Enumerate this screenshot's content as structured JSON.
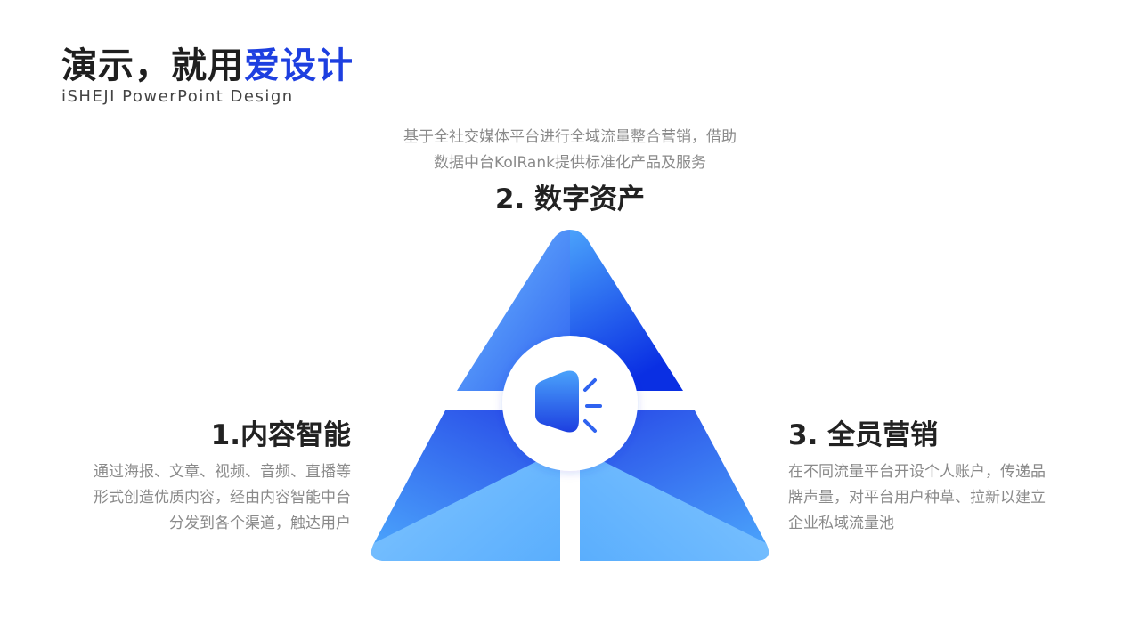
{
  "header": {
    "title_main": "演示，就用",
    "title_accent": "爱设计",
    "subtitle": "iSHEJI PowerPoint Design"
  },
  "items": [
    {
      "heading": "1.内容智能",
      "lines": [
        "通过海报、文章、视频、音频、直播等",
        "形式创造优质内容，经由内容智能中台",
        "分发到各个渠道，触达用户"
      ]
    },
    {
      "heading": "2. 数字资产",
      "lines": [
        "基于全社交媒体平台进行全域流量整合营销，借助",
        "数据中台KolRank提供标准化产品及服务"
      ]
    },
    {
      "heading": "3. 全员营销",
      "lines": [
        "在不同流量平台开设个人账户，传递品",
        "牌声量，对平台用户种草、拉新以建立",
        "企业私域流量池"
      ]
    }
  ],
  "center_icon": "megaphone-icon",
  "colors": {
    "accent": "#1d3fe0",
    "blue_light": "#6db8ff",
    "blue_mid": "#4aa2fb",
    "blue_dark": "#0a2fe3",
    "text_dark": "#222222",
    "text_muted": "#8a8a8a"
  }
}
